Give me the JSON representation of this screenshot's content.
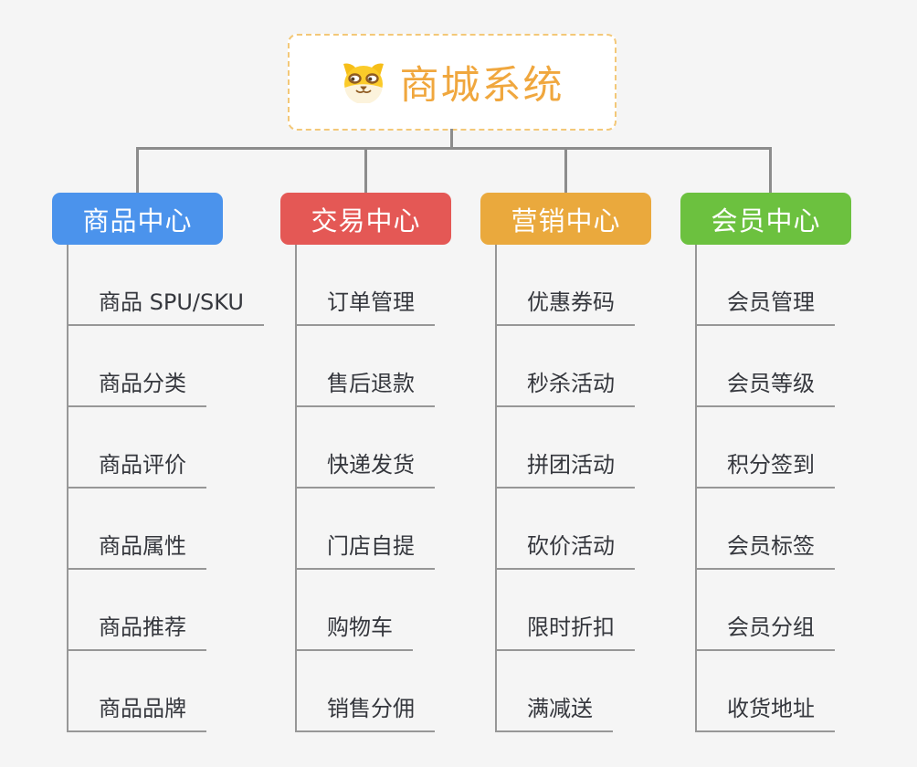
{
  "page": {
    "background_color": "#f5f5f5",
    "connector_color": "#8c8c8c",
    "underline_color": "#979797",
    "leaf_text_color": "#35373d"
  },
  "root": {
    "title": "商城系统",
    "icon": "dog-face-icon",
    "title_color": "#f0a73e",
    "border_color": "#f3c878",
    "background": "#ffffff"
  },
  "branches": [
    {
      "label": "商品中心",
      "color": "#4b93ec",
      "items": [
        "商品 SPU/SKU",
        "商品分类",
        "商品评价",
        "商品属性",
        "商品推荐",
        "商品品牌"
      ]
    },
    {
      "label": "交易中心",
      "color": "#e45855",
      "items": [
        "订单管理",
        "售后退款",
        "快递发货",
        "门店自提",
        "购物车",
        "销售分佣"
      ]
    },
    {
      "label": "营销中心",
      "color": "#eaa93d",
      "items": [
        "优惠券码",
        "秒杀活动",
        "拼团活动",
        "砍价活动",
        "限时折扣",
        "满减送"
      ]
    },
    {
      "label": "会员中心",
      "color": "#6cc13f",
      "items": [
        "会员管理",
        "会员等级",
        "积分签到",
        "会员标签",
        "会员分组",
        "收货地址"
      ]
    }
  ]
}
